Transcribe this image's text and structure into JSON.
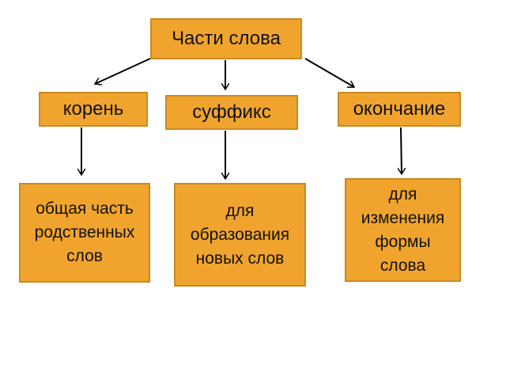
{
  "diagram": {
    "root": {
      "label": "Части слова"
    },
    "parts": [
      {
        "label": "корень",
        "description_lines": [
          "общая часть",
          "родственных",
          "слов"
        ]
      },
      {
        "label": "суффикс",
        "description_lines": [
          "для",
          "образования",
          "новых слов"
        ]
      },
      {
        "label": "окончание",
        "description_lines": [
          "для",
          "изменения",
          "формы",
          "слова"
        ]
      }
    ],
    "colors": {
      "box_fill": "#F0A42E",
      "box_border": "#C98A1E",
      "text": "#111111",
      "arrow": "#000000"
    }
  }
}
